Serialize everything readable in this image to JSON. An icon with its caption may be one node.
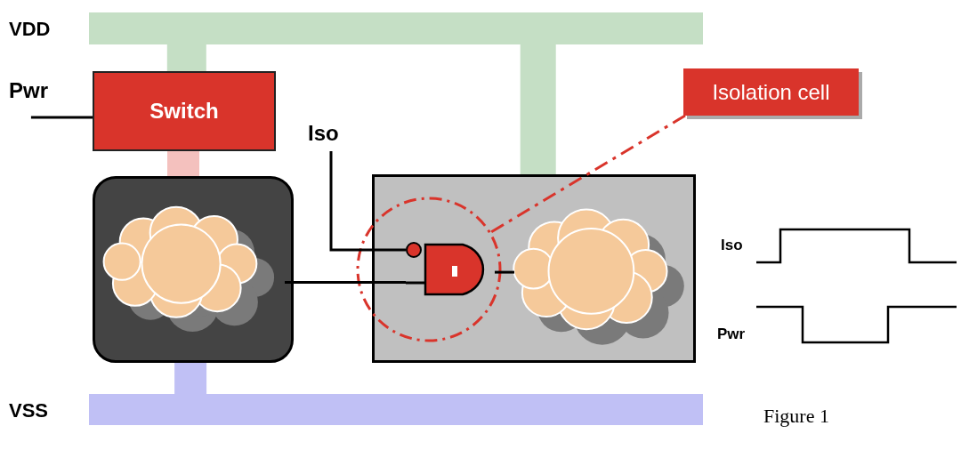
{
  "diagram": {
    "caption": "Figure 1",
    "nodes": [
      {
        "text": [
          "VDD"
        ]
      },
      {
        "text": [
          "Pwr"
        ]
      },
      {
        "text": [
          "Switch"
        ]
      },
      {
        "text": [],
        "shape": "box"
      },
      {
        "text": [],
        "shape": "cloud",
        "in": 3
      },
      {
        "text": [],
        "shape": "box"
      },
      {
        "text": [
          "Iso"
        ]
      },
      {
        "text": [
          "Isolation cell"
        ]
      },
      {
        "text": [],
        "shape": "circle"
      },
      {
        "text": [],
        "shape": "picture",
        "in": 8
      },
      {
        "text": [],
        "shape": "cloud",
        "in": 5
      },
      {
        "text": [
          "VSS"
        ]
      }
    ],
    "edges": [
      {
        "from": 0,
        "to": 2,
        "arrow": "none",
        "style": "thick",
        "color": "#c5dfc5"
      },
      {
        "from": 2,
        "to": 3,
        "arrow": "none",
        "style": "thick",
        "color": "#f4c1be"
      },
      {
        "from": 3,
        "to": 11,
        "arrow": "none",
        "style": "thick",
        "color": "#c0c0f5"
      },
      {
        "from": 0,
        "to": 5,
        "arrow": "none",
        "style": "thick",
        "color": "#c5dfc5"
      },
      {
        "from": 1,
        "to": 2,
        "arrow": "none"
      },
      {
        "from": 4,
        "to": 9,
        "arrow": "none"
      },
      {
        "from": 6,
        "to": 9,
        "arrow": "none"
      },
      {
        "from": 9,
        "to": 10,
        "arrow": "none"
      },
      {
        "from": 7,
        "to": 8,
        "arrow": "none",
        "style": "dashed",
        "color": "#d9342b"
      }
    ],
    "labels": [
      "Iso",
      "Pwr"
    ]
  }
}
